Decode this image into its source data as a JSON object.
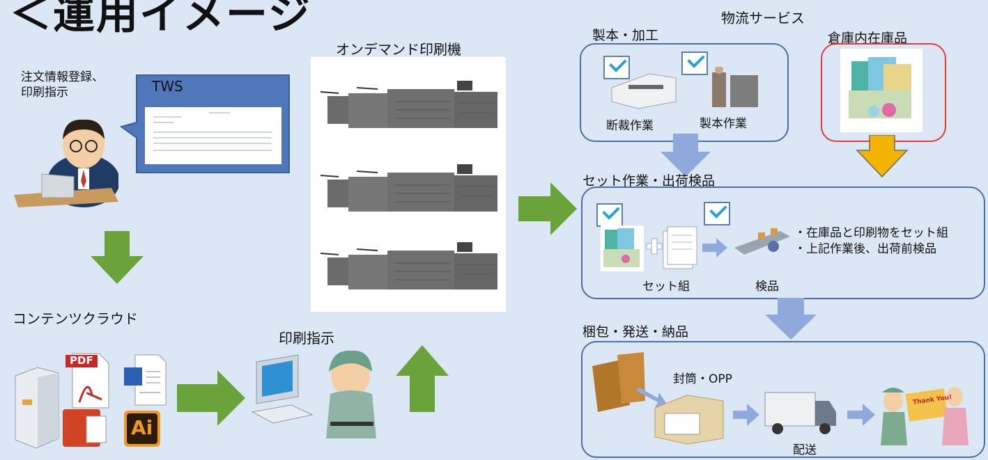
{
  "title": "＜運用イメージ",
  "order": {
    "label_line1": "注文情報登録、",
    "label_line2": "印刷指示",
    "tws": "TWS"
  },
  "cloud": {
    "label": "コンテンツクラウド",
    "pdf": "PDF",
    "ai": "Ai"
  },
  "print_instruction": {
    "label": "印刷指示"
  },
  "printer": {
    "label": "オンデマンド印刷機"
  },
  "logistics": {
    "title": "物流サービス",
    "binding": {
      "title": "製本・加工",
      "cutting": "断裁作業",
      "bookbinding": "製本作業"
    },
    "warehouse": {
      "title": "倉庫内在庫品"
    },
    "set": {
      "title": "セット作業・出荷検品",
      "set_label": "セット組",
      "inspect_label": "検品",
      "note1": "・在庫品と印刷物をセット組",
      "note2": "・上記作業後、出荷前検品"
    },
    "packing": {
      "title": "梱包・発送・納品",
      "envelope_label": "封筒・OPP",
      "delivery_label": "配送",
      "thanks": "Thank You!"
    }
  },
  "colors": {
    "green_arrow": "#6aa33a",
    "blue_arrow": "#8fa9dc",
    "yellow_arrow": "#f2b400",
    "box_border": "#4a6fa5"
  }
}
